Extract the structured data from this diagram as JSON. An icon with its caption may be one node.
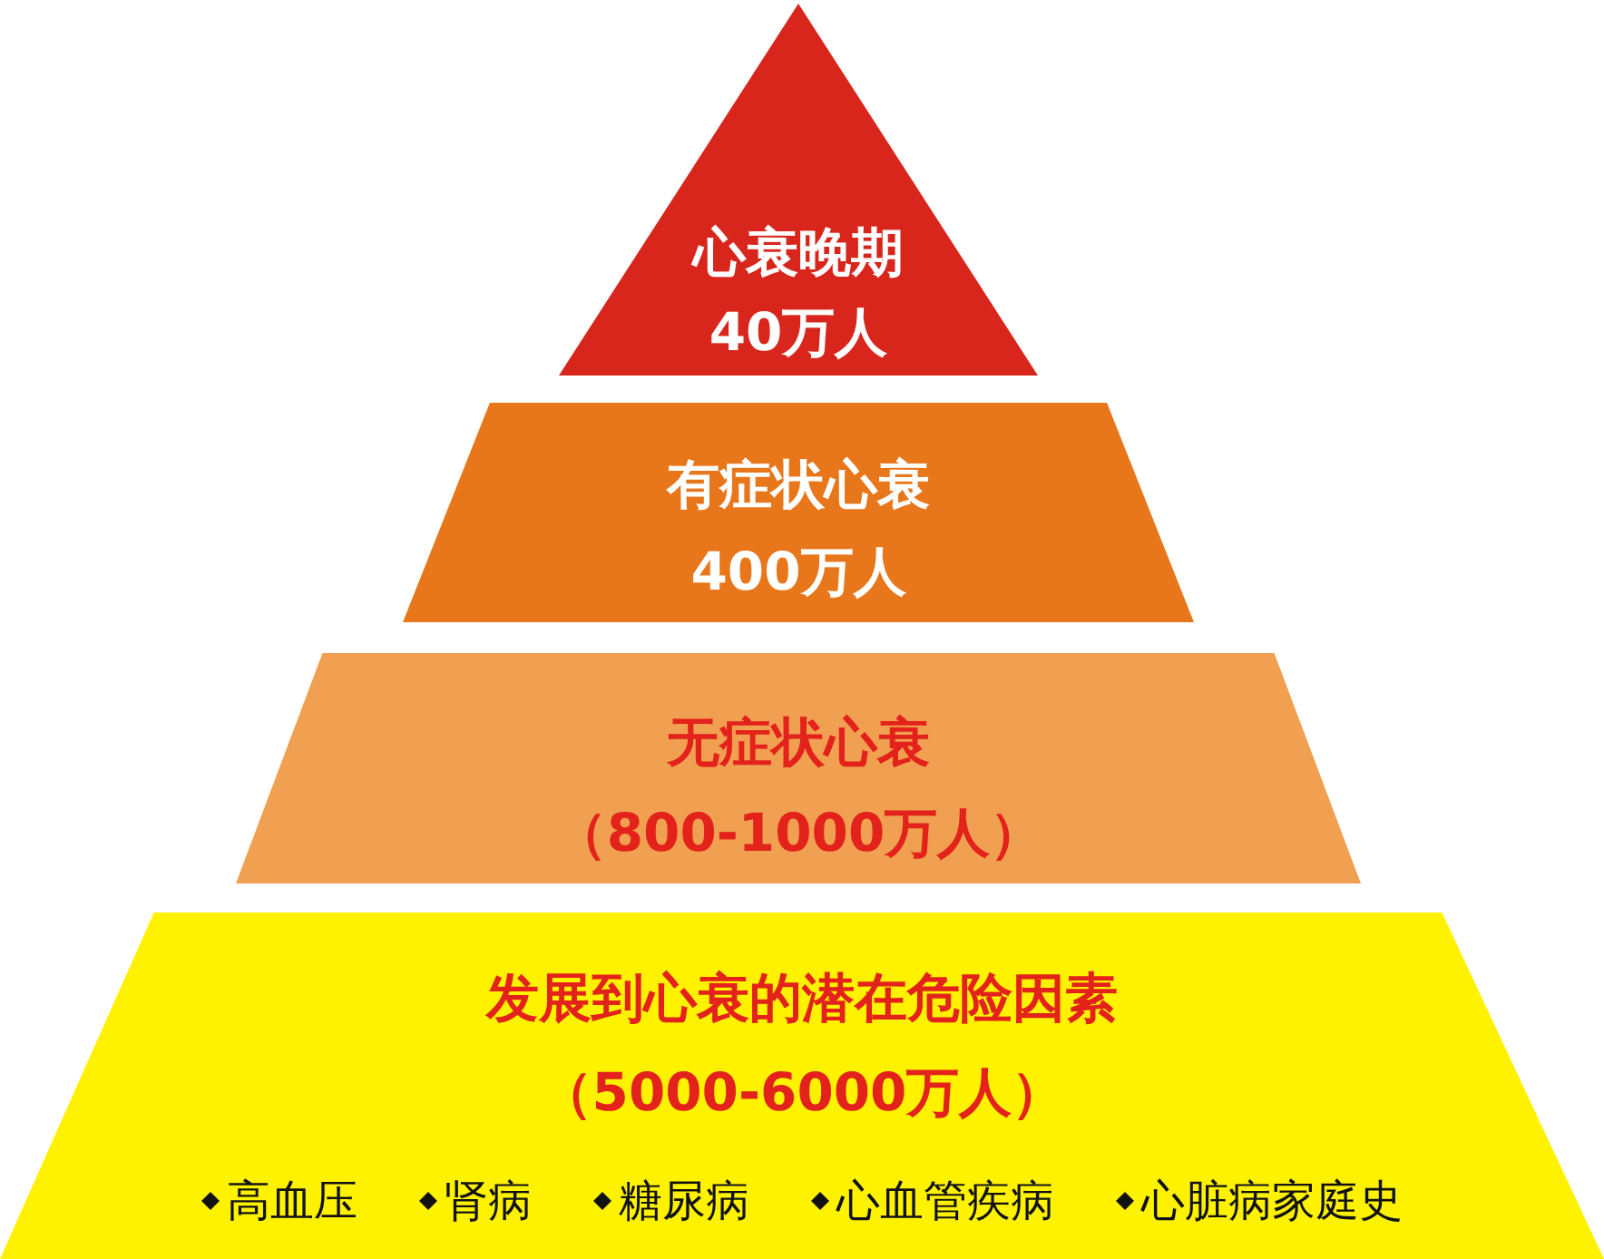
{
  "diagram": {
    "nodes": [
      {
        "text": [
          "心衰晚期",
          "40万人"
        ]
      },
      {
        "text": [
          "有症状心衰",
          "400万人"
        ]
      },
      {
        "text": [
          "无症状心衰",
          "（800-1000万人）"
        ]
      },
      {
        "text": [
          "发展到心衰的潜在危险因素",
          "（5000-6000万人）",
          "高血压",
          "肾病",
          "糖尿病",
          "心血管疾病",
          "心脏病家庭史"
        ]
      }
    ]
  }
}
